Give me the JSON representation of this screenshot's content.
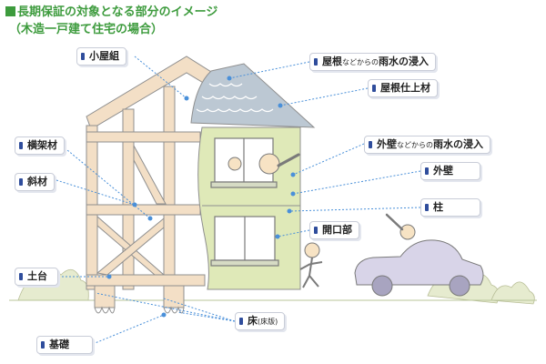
{
  "heading": {
    "title": "長期保証の対象となる部分のイメージ",
    "subtitle": "（木造一戸建て住宅の場合）"
  },
  "labels": {
    "koyagumi": "小屋組",
    "yane_rain_a": "屋根",
    "yane_rain_b": "などからの",
    "yane_rain_c": "雨水の浸入",
    "yane_finish": "屋根仕上材",
    "oukazai": "横架材",
    "gaiheki_rain_a": "外壁",
    "gaiheki_rain_b": "などからの",
    "gaiheki_rain_c": "雨水の浸入",
    "shazai": "斜材",
    "gaiheki": "外壁",
    "hashira": "柱",
    "kaikoubu": "開口部",
    "dodai": "土台",
    "yuka_a": "床",
    "yuka_b": "(床版)",
    "kiso": "基礎"
  },
  "colors": {
    "heading": "#3d9b3d",
    "leader": "#4a90d9",
    "frame": "#f3dfc6",
    "frame_edge": "#8f8f8f",
    "wall": "#dfe9b8",
    "roof": "#bcc8d3",
    "car": "#d8d4e8",
    "tag_marker": "#2f4d9c"
  }
}
